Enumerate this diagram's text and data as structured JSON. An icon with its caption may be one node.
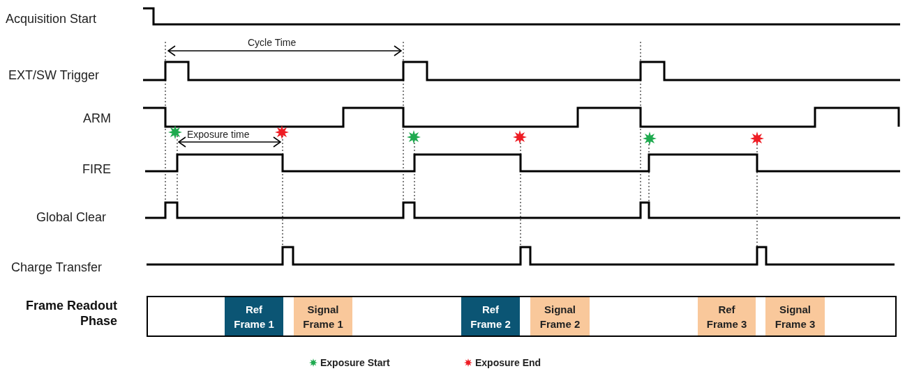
{
  "diagram": {
    "nodes": [
      {
        "text": [
          "Frame Readout Phase"
        ]
      },
      {
        "text": [
          "Ref Frame 1"
        ],
        "in": 0
      },
      {
        "text": [
          "Signal Frame 1"
        ],
        "in": 0
      },
      {
        "text": [
          "Ref Frame 2"
        ],
        "in": 0
      },
      {
        "text": [
          "Signal Frame 2"
        ],
        "in": 0
      },
      {
        "text": [
          "Ref Frame 3"
        ],
        "in": 0
      },
      {
        "text": [
          "Signal Frame 3"
        ],
        "in": 0
      }
    ],
    "edges": [],
    "labels": [
      "Acquisition Start",
      "Cycle Time",
      "EXT/SW Trigger",
      "ARM",
      "Exposure time",
      "FIRE",
      "Global Clear",
      "Charge Transfer"
    ],
    "legend": [
      {
        "text": "Exposure Start",
        "color": "#1faa4f"
      },
      {
        "text": "Exposure End",
        "color": "#ee1c24"
      }
    ]
  }
}
